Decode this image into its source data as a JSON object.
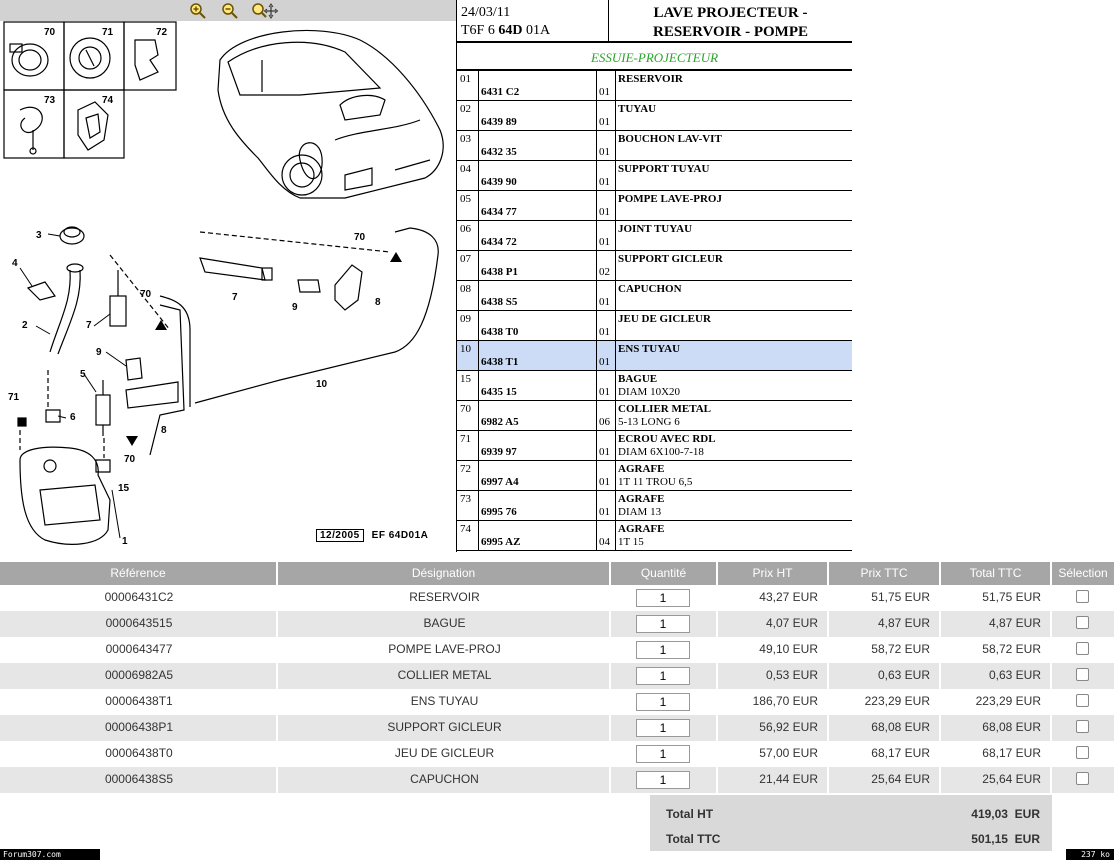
{
  "diagram": {
    "stamp_date": "12/2005",
    "stamp_code": "EF 64D01A",
    "callouts": [
      "70",
      "71",
      "72",
      "73",
      "74",
      "3",
      "4",
      "2",
      "71",
      "6",
      "5",
      "7",
      "9",
      "70",
      "8",
      "10",
      "15",
      "70",
      "7",
      "9",
      "8",
      "70",
      "1"
    ]
  },
  "header": {
    "date": "24/03/11",
    "ref_prefix": "T6F 6 ",
    "ref_bold": "64D",
    "ref_suffix": " 01A",
    "title_line1": "LAVE PROJECTEUR -",
    "title_line2": "RESERVOIR - POMPE",
    "section": "ESSUIE-PROJECTEUR"
  },
  "parts": [
    {
      "no": "01",
      "ref": "6431 C2",
      "qty": "01",
      "name": "RESERVOIR",
      "detail": ""
    },
    {
      "no": "02",
      "ref": "6439 89",
      "qty": "01",
      "name": "TUYAU",
      "detail": ""
    },
    {
      "no": "03",
      "ref": "6432 35",
      "qty": "01",
      "name": "BOUCHON LAV-VIT",
      "detail": ""
    },
    {
      "no": "04",
      "ref": "6439 90",
      "qty": "01",
      "name": "SUPPORT TUYAU",
      "detail": ""
    },
    {
      "no": "05",
      "ref": "6434 77",
      "qty": "01",
      "name": "POMPE LAVE-PROJ",
      "detail": ""
    },
    {
      "no": "06",
      "ref": "6434 72",
      "qty": "01",
      "name": "JOINT TUYAU",
      "detail": ""
    },
    {
      "no": "07",
      "ref": "6438 P1",
      "qty": "02",
      "name": "SUPPORT GICLEUR",
      "detail": ""
    },
    {
      "no": "08",
      "ref": "6438 S5",
      "qty": "01",
      "name": "CAPUCHON",
      "detail": ""
    },
    {
      "no": "09",
      "ref": "6438 T0",
      "qty": "01",
      "name": "JEU DE GICLEUR",
      "detail": ""
    },
    {
      "no": "10",
      "ref": "6438 T1",
      "qty": "01",
      "name": "ENS TUYAU",
      "detail": "",
      "selected": true
    },
    {
      "no": "15",
      "ref": "6435 15",
      "qty": "01",
      "name": "BAGUE",
      "detail": "DIAM 10X20"
    },
    {
      "no": "70",
      "ref": "6982 A5",
      "qty": "06",
      "name": "COLLIER METAL",
      "detail": "5-13 LONG 6"
    },
    {
      "no": "71",
      "ref": "6939 97",
      "qty": "01",
      "name": "ECROU AVEC RDL",
      "detail": "DIAM 6X100-7-18"
    },
    {
      "no": "72",
      "ref": "6997 A4",
      "qty": "01",
      "name": "AGRAFE",
      "detail": "1T 11 TROU 6,5"
    },
    {
      "no": "73",
      "ref": "6995 76",
      "qty": "01",
      "name": "AGRAFE",
      "detail": "DIAM 13"
    },
    {
      "no": "74",
      "ref": "6995 AZ",
      "qty": "04",
      "name": "AGRAFE",
      "detail": "1T 15"
    }
  ],
  "price_table": {
    "columns": [
      "Référence",
      "Désignation",
      "Quantité",
      "Prix HT",
      "Prix TTC",
      "Total TTC",
      "Sélection"
    ],
    "rows": [
      {
        "ref": "00006431C2",
        "designation": "RESERVOIR",
        "qty": "1",
        "prix_ht": "43,27 EUR",
        "prix_ttc": "51,75 EUR",
        "total_ttc": "51,75 EUR"
      },
      {
        "ref": "0000643515",
        "designation": "BAGUE",
        "qty": "1",
        "prix_ht": "4,07 EUR",
        "prix_ttc": "4,87 EUR",
        "total_ttc": "4,87 EUR"
      },
      {
        "ref": "0000643477",
        "designation": "POMPE LAVE-PROJ",
        "qty": "1",
        "prix_ht": "49,10 EUR",
        "prix_ttc": "58,72 EUR",
        "total_ttc": "58,72 EUR"
      },
      {
        "ref": "00006982A5",
        "designation": "COLLIER METAL",
        "qty": "1",
        "prix_ht": "0,53 EUR",
        "prix_ttc": "0,63 EUR",
        "total_ttc": "0,63 EUR"
      },
      {
        "ref": "00006438T1",
        "designation": "ENS TUYAU",
        "qty": "1",
        "prix_ht": "186,70 EUR",
        "prix_ttc": "223,29 EUR",
        "total_ttc": "223,29 EUR"
      },
      {
        "ref": "00006438P1",
        "designation": "SUPPORT GICLEUR",
        "qty": "1",
        "prix_ht": "56,92 EUR",
        "prix_ttc": "68,08 EUR",
        "total_ttc": "68,08 EUR"
      },
      {
        "ref": "00006438T0",
        "designation": "JEU DE GICLEUR",
        "qty": "1",
        "prix_ht": "57,00 EUR",
        "prix_ttc": "68,17 EUR",
        "total_ttc": "68,17 EUR"
      },
      {
        "ref": "00006438S5",
        "designation": "CAPUCHON",
        "qty": "1",
        "prix_ht": "21,44 EUR",
        "prix_ttc": "25,64 EUR",
        "total_ttc": "25,64 EUR"
      }
    ],
    "total_ht_label": "Total HT",
    "total_ht": "419,03  EUR",
    "total_ttc_label": "Total TTC",
    "total_ttc": "501,15  EUR"
  },
  "footer": {
    "site": "Forum307.com",
    "size": "237 ko"
  },
  "colors": {
    "table_header": "#a6a6a6",
    "row_alt": "#e6e6e6",
    "selected_row": "#ccdcf6",
    "section_green": "#2aa52a"
  }
}
